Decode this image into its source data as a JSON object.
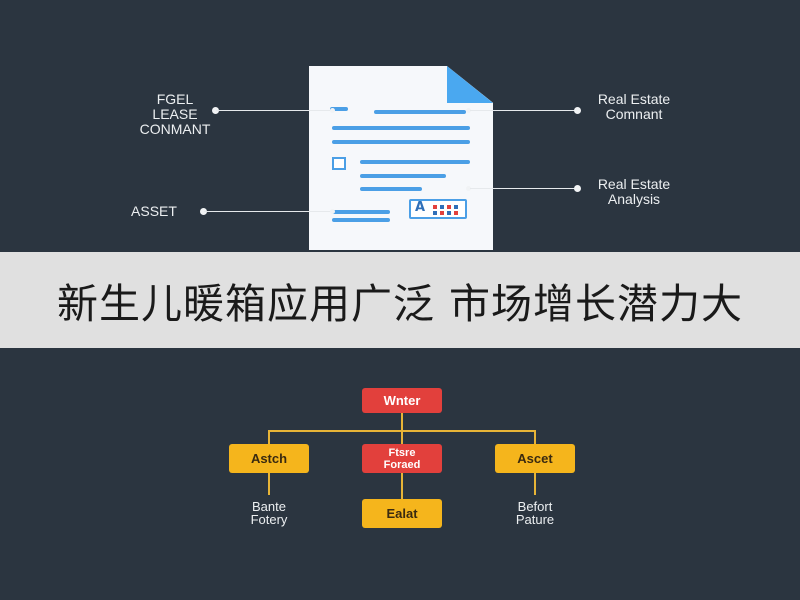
{
  "callouts": {
    "top_left": "FGEL\nLEASE\nCONMANT",
    "bottom_left": "ASSET",
    "top_right": "Real Estate\nComnant",
    "bottom_right": "Real Estate\nAnalysis"
  },
  "document": {
    "badge_glyph": "A"
  },
  "headline": "新生儿暖箱应用广泛 市场增长潜力大",
  "tree": {
    "root": "Wnter",
    "children": [
      {
        "label": "Astch"
      },
      {
        "label": "Ftsre\nForaed"
      },
      {
        "label": "Ascet"
      }
    ],
    "grandchild": "Ealat",
    "leaves": {
      "left": "Bante\nFotery",
      "right": "Befort\nPature"
    }
  },
  "colors": {
    "background": "#2b3540",
    "band": "#e0e0e0",
    "accent_blue": "#4b9fe6",
    "node_red": "#e2403c",
    "node_yellow": "#f5b51c"
  }
}
